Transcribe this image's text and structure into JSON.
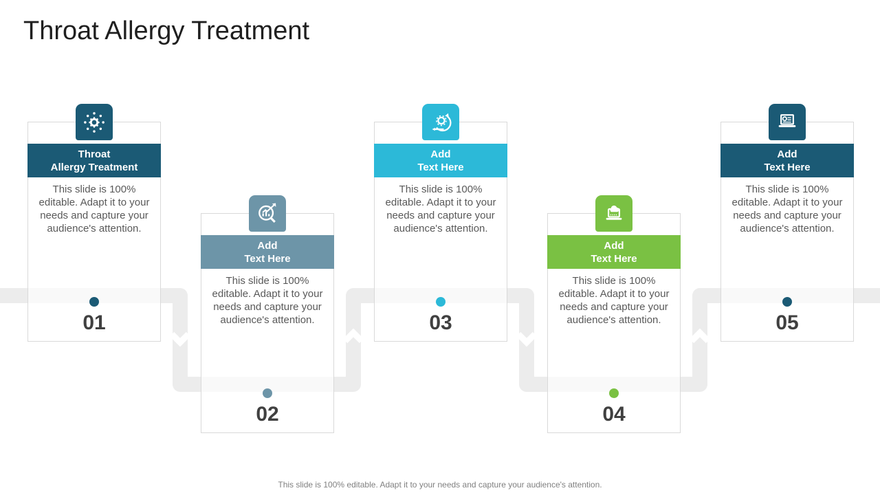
{
  "slide": {
    "title": "Throat Allergy Treatment",
    "body_text": "This slide is 100% editable. Adapt it to your needs and capture your audience's attention.",
    "footer": "This slide is 100% editable. Adapt it to your needs and capture your audience's attention."
  },
  "palette": {
    "teal_dark": "#1b5a75",
    "slate_blue": "#6d95a8",
    "cyan": "#2cb9d8",
    "green": "#7ac143",
    "track_gray": "#ececec",
    "body_text_gray": "#595959",
    "number_gray": "#404040",
    "card_border": "#d9d9d9"
  },
  "steps": [
    {
      "number": "01",
      "header_line1": "Throat",
      "header_line2": "Allergy Treatment",
      "icon": "allergen-icon",
      "color": "#1b5a75",
      "row": "top"
    },
    {
      "number": "02",
      "header_line1": "Add",
      "header_line2": "Text Here",
      "icon": "chart-magnifier-icon",
      "color": "#6d95a8",
      "row": "bottom"
    },
    {
      "number": "03",
      "header_line1": "Add",
      "header_line2": "Text Here",
      "icon": "gear-cycle-icon",
      "color": "#2cb9d8",
      "row": "top"
    },
    {
      "number": "04",
      "header_line1": "Add",
      "header_line2": "Text Here",
      "icon": "laptop-cloud-icon",
      "color": "#7ac143",
      "row": "bottom"
    },
    {
      "number": "05",
      "header_line1": "Add",
      "header_line2": "Text Here",
      "icon": "laptop-search-icon",
      "color": "#1b5a75",
      "row": "top"
    }
  ]
}
